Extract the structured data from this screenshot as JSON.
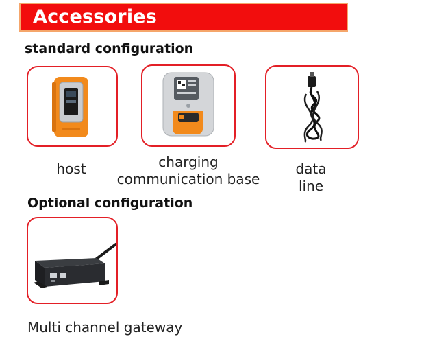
{
  "banner": {
    "title": "Accessories"
  },
  "standard": {
    "heading": "standard configuration",
    "items": [
      {
        "label": "host",
        "icon": "host-device-icon"
      },
      {
        "label_line1": "charging",
        "label_line2": "communication base",
        "icon": "charging-base-icon"
      },
      {
        "label_line1": "data",
        "label_line2": "line",
        "icon": "data-cable-icon"
      }
    ]
  },
  "optional": {
    "heading": "Optional configuration",
    "items": [
      {
        "label": "Multi channel gateway",
        "icon": "gateway-icon"
      }
    ]
  },
  "colors": {
    "banner_bg": "#f20d0d",
    "banner_border": "#f5a66b",
    "tile_border": "#e31f26",
    "device_orange": "#f28a1c"
  }
}
